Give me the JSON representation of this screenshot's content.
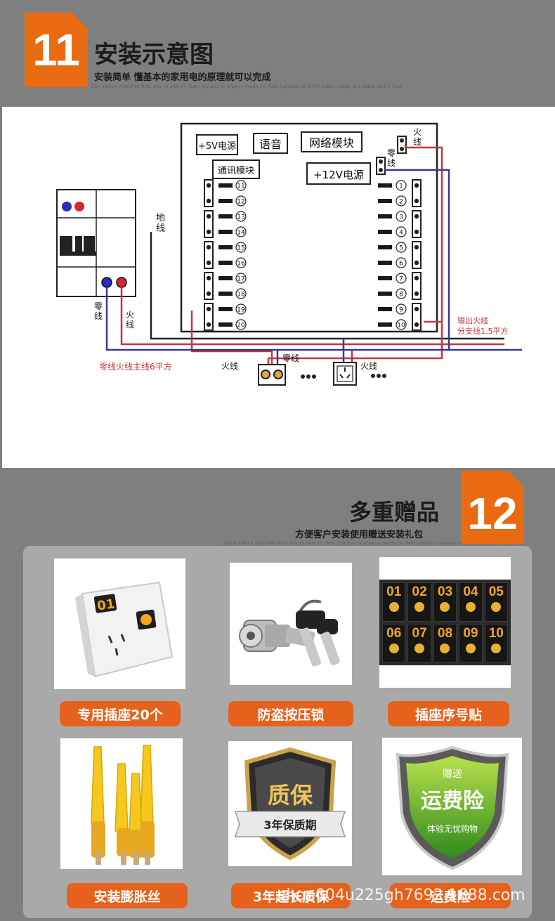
{
  "section11": {
    "number": "11",
    "title": "安装示意图",
    "subtitle": "安装简单 懂基本的家用电的原理就可以完成",
    "tiny": "The switch matches first any to site in. Box lightbox is always ready to. Fast lightbox is 3000 lowdy ready are cable laid 1 feet"
  },
  "diagram": {
    "modules": {
      "power5v": "+5V电源",
      "voice": "语音",
      "network": "网络模块",
      "comm": "通讯模块",
      "power12v": "+12V电源"
    },
    "left_numbers": [
      "11",
      "12",
      "13",
      "14",
      "15",
      "16",
      "17",
      "18",
      "19",
      "20"
    ],
    "right_numbers": [
      "1",
      "2",
      "3",
      "4",
      "5",
      "6",
      "7",
      "8",
      "9",
      "10"
    ],
    "labels": {
      "live_top": "火线",
      "neutral_top": "零线",
      "ground": "地线",
      "neutral_breaker": "零线",
      "live_breaker": "火线",
      "output": "输出火线",
      "branch": "分支线1.5平方",
      "main_line": "零线火线主线6平方",
      "socket1_live": "火线",
      "socket1_neutral": "零线",
      "socket2_live": "火线"
    },
    "colors": {
      "live": "#c8343c",
      "neutral": "#3a3a8c",
      "ground": "#222222"
    }
  },
  "section12": {
    "number": "12",
    "title": "多重赠品",
    "subtitle": "方便客户安装使用赠送安装礼包",
    "tiny": "pallie twitch matches first any to side in. Box lightbox is always ready to. Fast lightbox always ready are cable in the first."
  },
  "gifts": [
    {
      "label": "专用插座20个",
      "image_text": "01"
    },
    {
      "label": "防盗按压锁"
    },
    {
      "label": "插座序号贴",
      "image_text": [
        "01",
        "02",
        "03",
        "04",
        "05",
        "06",
        "07",
        "08",
        "09",
        "10"
      ]
    },
    {
      "label": "安装膨胀丝"
    },
    {
      "label": "3年超长质保",
      "image_text": {
        "main": "质保",
        "ribbon": "3年保质期"
      }
    },
    {
      "label": "运费险",
      "image_text": {
        "top": "赠送",
        "main": "运费险",
        "bottom": "体验无忧购物"
      }
    }
  ],
  "watermark": "shop004u225gh7692.1688.com",
  "brand": {
    "accent": "#ea6a12",
    "pill": "#e5611c"
  }
}
